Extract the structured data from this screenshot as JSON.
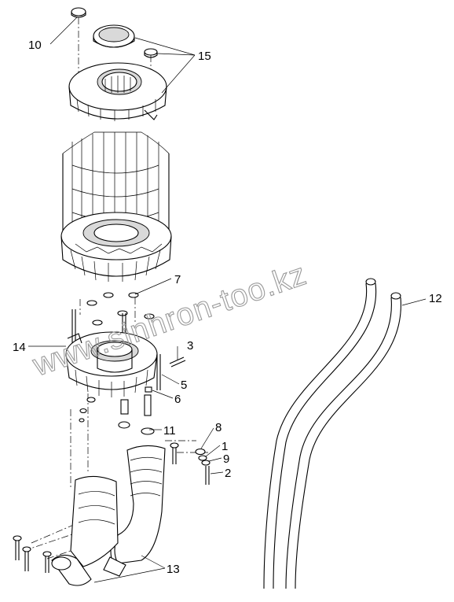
{
  "callouts": {
    "c10": "10",
    "c15": "15",
    "c7": "7",
    "c14": "14",
    "c3": "3",
    "c5": "5",
    "c6": "6",
    "c11": "11",
    "c8": "8",
    "c1": "1",
    "c9": "9",
    "c2": "2",
    "c12": "12",
    "c13": "13"
  },
  "watermark": "www.sinhron-too.kz"
}
